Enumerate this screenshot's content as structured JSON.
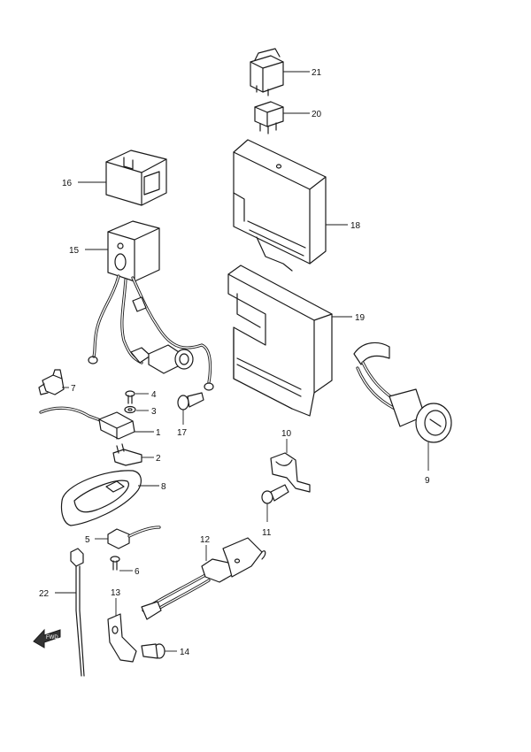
{
  "callouts": {
    "c1": "1",
    "c2": "2",
    "c3": "3",
    "c4": "4",
    "c5": "5",
    "c6": "6",
    "c7": "7",
    "c8": "8",
    "c9": "9",
    "c10": "10",
    "c11": "11",
    "c12": "12",
    "c13": "13",
    "c14": "14",
    "c15": "15",
    "c16": "16",
    "c17": "17",
    "c18": "18",
    "c19": "19",
    "c20": "20",
    "c21": "21",
    "c22": "22"
  },
  "fwd_marker": {
    "label": "FWD",
    "icon": "fwd-arrow-icon"
  }
}
